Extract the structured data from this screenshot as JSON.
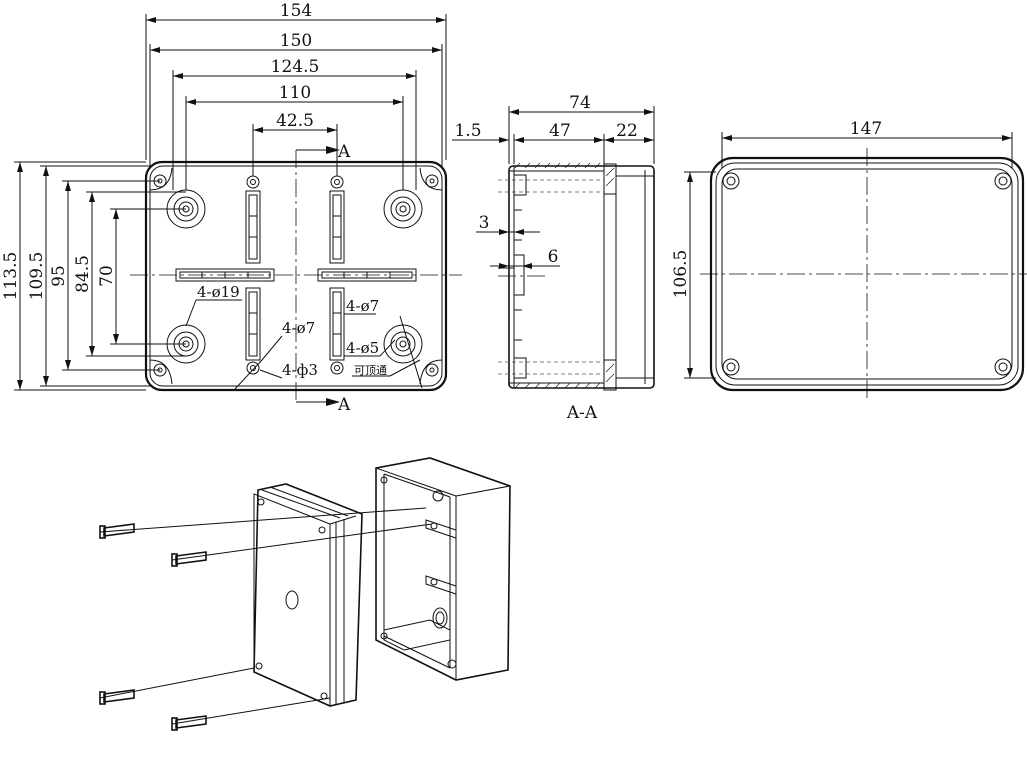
{
  "views": {
    "top": {
      "dim_154": "154",
      "dim_150": "150",
      "dim_124_5": "124.5",
      "dim_110": "110",
      "dim_42_5": "42.5",
      "dim_113_5": "113.5",
      "dim_109_5": "109.5",
      "dim_95": "95",
      "dim_84_5": "84.5",
      "dim_70": "70",
      "note_hole19": "4-ø19",
      "note_hole7_left": "4-ø7",
      "note_hole3": "4-ф3",
      "note_hole7_right": "4-ø7",
      "note_hole5": "4-ø5",
      "note_through": "可顶通",
      "section_mark_top": "A",
      "section_mark_bottom": "A"
    },
    "section": {
      "dim_74": "74",
      "dim_1_5": "1.5",
      "dim_47": "47",
      "dim_22": "22",
      "dim_3": "3",
      "dim_6": "6",
      "caption": "A-A"
    },
    "lid": {
      "dim_147": "147",
      "dim_106_5": "106.5"
    }
  },
  "colors": {
    "line": "#111111",
    "background": "#ffffff"
  }
}
